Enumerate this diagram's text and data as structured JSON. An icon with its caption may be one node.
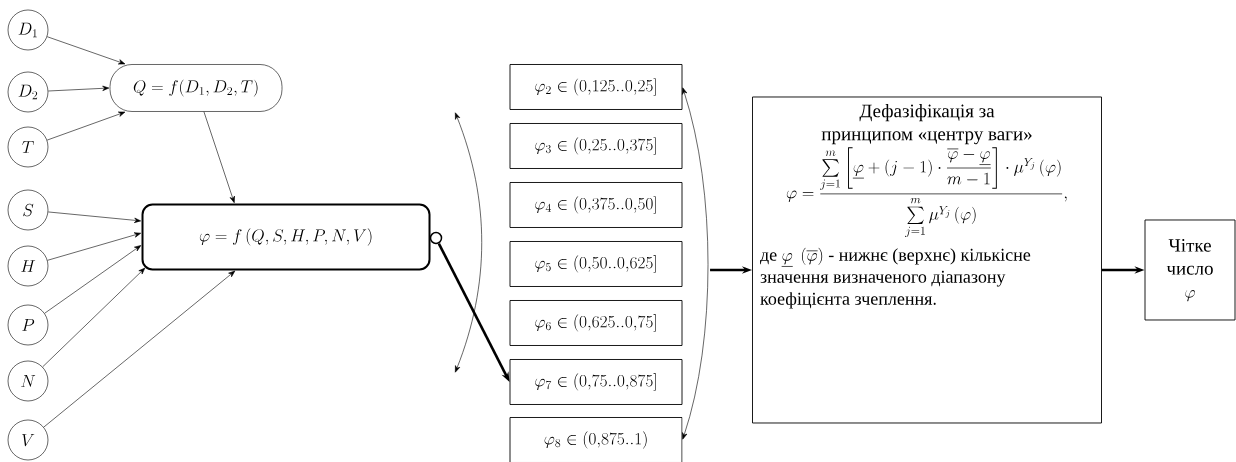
{
  "diagram": {
    "nodes": [
      {
        "text": [
          "D_1"
        ]
      },
      {
        "text": [
          "D_2"
        ]
      },
      {
        "text": [
          "T"
        ]
      },
      {
        "text": [
          "Q = f(D_1, D_2, T)"
        ]
      },
      {
        "text": [
          "S"
        ]
      },
      {
        "text": [
          "H"
        ]
      },
      {
        "text": [
          "P"
        ]
      },
      {
        "text": [
          "N"
        ]
      },
      {
        "text": [
          "V"
        ]
      },
      {
        "text": [
          "\\varphi = f\\left(Q, S, H, P, N, V\\right)"
        ]
      },
      {
        "text": [
          "\\varphi_2 \\in \\left(0{,}125..0{,}25\\right]"
        ]
      },
      {
        "text": [
          "\\varphi_3 \\in \\left(0{,}25..0{,}375\\right]"
        ]
      },
      {
        "text": [
          "\\varphi_4 \\in \\left(0{,}375..0{,}50\\right]"
        ]
      },
      {
        "text": [
          "\\varphi_5 \\in \\left(0{,}50..0{,}625\\right]"
        ]
      },
      {
        "text": [
          "\\varphi_6 \\in \\left(0{,}625..0{,}75\\right]"
        ]
      },
      {
        "text": [
          "\\varphi_7 \\in \\left(0{,}75..0{,}875\\right]"
        ]
      },
      {
        "text": [
          "\\varphi_8 \\in \\left(0{,}875..1\\right)"
        ]
      },
      {
        "text": [
          "Дефазіфікація за принципом «центру ваги»",
          "\\varphi = \\frac{\\sum\\limits_{j=1}^{m}\\left[\\underline{\\varphi} + \\left(j-1\\right)\\cdot\\dfrac{\\overline{\\varphi}-\\underline{\\varphi}}{m-1}\\right]\\cdot\\mu^{Y_j}\\left(\\varphi\\right)}{\\sum\\limits_{j=1}^{m}\\mu^{Y_j}\\left(\\varphi\\right)},",
          "де",
          "\\underline{\\varphi}\\;\\left(\\overline{\\varphi}\\right)",
          "- нижнє (верхнє) кількісне значення визначеного діапазону коефіцієнта зчеплення."
        ]
      },
      {
        "text": [
          "Чітке число",
          "\\varphi"
        ]
      },
      {
        "text": [],
        "shape": "circle"
      }
    ],
    "edges": [
      {
        "from": 0,
        "to": 3,
        "arrow": "to"
      },
      {
        "from": 1,
        "to": 3,
        "arrow": "to"
      },
      {
        "from": 2,
        "to": 3,
        "arrow": "to"
      },
      {
        "from": 3,
        "to": 9,
        "arrow": "to"
      },
      {
        "from": 4,
        "to": 9,
        "arrow": "to"
      },
      {
        "from": 5,
        "to": 9,
        "arrow": "to"
      },
      {
        "from": 6,
        "to": 9,
        "arrow": "to"
      },
      {
        "from": 7,
        "to": 9,
        "arrow": "to"
      },
      {
        "from": 8,
        "to": 9,
        "arrow": "to"
      },
      {
        "from": 19,
        "to": 15,
        "arrow": "to",
        "style": "thick"
      },
      {
        "from": 10,
        "to": 16,
        "arrow": "both"
      },
      {
        "from": null,
        "to": 17,
        "arrow": "to",
        "style": "thick"
      },
      {
        "from": 17,
        "to": 18,
        "arrow": "to",
        "style": "thick"
      }
    ]
  }
}
